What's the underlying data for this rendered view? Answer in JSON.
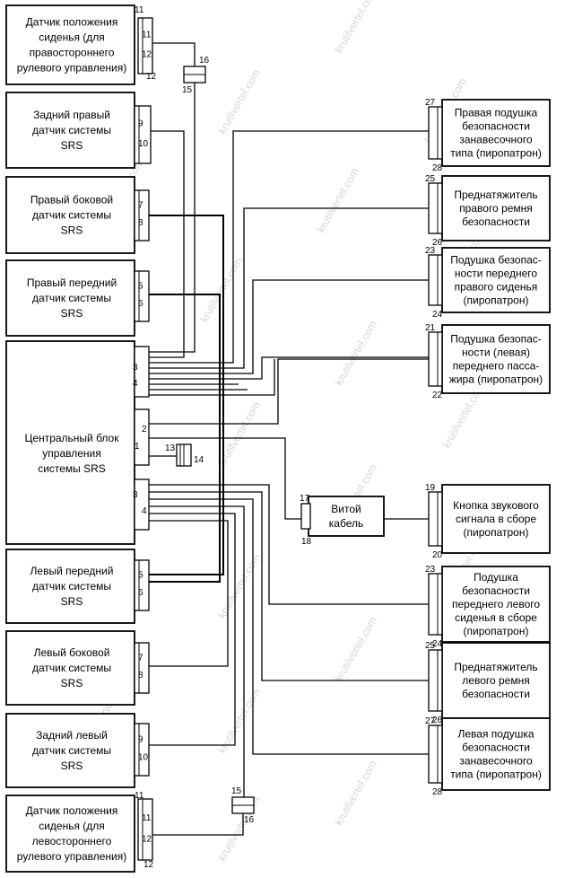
{
  "watermark": "krutilvertel.com",
  "left_components": [
    {
      "lines": [
        "Датчик положения",
        "сиденья (для",
        "правостороннего",
        "рулевого управления)"
      ],
      "pin_top": "11",
      "pin_bottom": "12"
    },
    {
      "lines": [
        "Задний правый",
        "датчик системы",
        "SRS"
      ],
      "pin_top": "9",
      "pin_bottom": "10"
    },
    {
      "lines": [
        "Правый боковой",
        "датчик системы",
        "SRS"
      ],
      "pin_top": "7",
      "pin_bottom": "8"
    },
    {
      "lines": [
        "Правый передний",
        "датчик системы",
        "SRS"
      ],
      "pin_top": "5",
      "pin_bottom": "6"
    },
    {
      "lines": [
        "Левый передний",
        "датчик системы",
        "SRS"
      ],
      "pin_top": "5",
      "pin_bottom": "6"
    },
    {
      "lines": [
        "Левый боковой",
        "датчик системы",
        "SRS"
      ],
      "pin_top": "7",
      "pin_bottom": "8"
    },
    {
      "lines": [
        "Задний левый",
        "датчик системы",
        "SRS"
      ],
      "pin_top": "9",
      "pin_bottom": "10"
    },
    {
      "lines": [
        "Датчик положения",
        "сиденья (для",
        "левостороннего",
        "рулевого управления)"
      ],
      "pin_top": "11",
      "pin_bottom": "12"
    }
  ],
  "control_unit": {
    "lines": [
      "Центральный блок",
      "управления",
      "системы SRS"
    ],
    "pins": {
      "a3": "3",
      "a4": "4",
      "b2": "2",
      "b1": "1",
      "c3": "3",
      "c4": "4"
    },
    "jumper_pins": [
      "13",
      "14"
    ]
  },
  "right_components": [
    {
      "lines": [
        "Правая подушка",
        "безопасности",
        "занавесочного",
        "типа (пиропатрон)"
      ],
      "pin_top": "27",
      "pin_bottom": "28"
    },
    {
      "lines": [
        "Преднатяжитель",
        "правого ремня",
        "безопасности"
      ],
      "pin_top": "25",
      "pin_bottom": "26"
    },
    {
      "lines": [
        "Подушка безопас-",
        "ности переднего",
        "правого сиденья",
        "(пиропатрон)"
      ],
      "pin_top": "23",
      "pin_bottom": "24"
    },
    {
      "lines": [
        "Подушка безопас-",
        "ности (левая)",
        "переднего пасса-",
        "жира (пиропатрон)"
      ],
      "pin_top": "21",
      "pin_bottom": "22"
    },
    {
      "lines": [
        "Кнопка звукового",
        "сигнала в сборе",
        "(пиропатрон)"
      ],
      "pin_top": "19",
      "pin_bottom": "20"
    },
    {
      "lines": [
        "Подушка",
        "безопасности",
        "переднего левого",
        "сиденья в сборе",
        "(пиропатрон)"
      ],
      "pin_top": "23",
      "pin_bottom": "24"
    },
    {
      "lines": [
        "Преднатяжитель",
        "левого ремня",
        "безопасности"
      ],
      "pin_top": "25",
      "pin_bottom": "26"
    },
    {
      "lines": [
        "Левая подушка",
        "безопасности",
        "занавесочного",
        "типа (пиропатрон)"
      ],
      "pin_top": "27",
      "pin_bottom": "28"
    }
  ],
  "spiral_cable": {
    "lines": [
      "Витой",
      "кабель"
    ],
    "pin_top": "17",
    "pin_bottom": "18"
  },
  "connector_top": {
    "pin_a": "16",
    "pin_b": "15"
  },
  "connector_bottom": {
    "pin_a": "15",
    "pin_b": "16"
  }
}
